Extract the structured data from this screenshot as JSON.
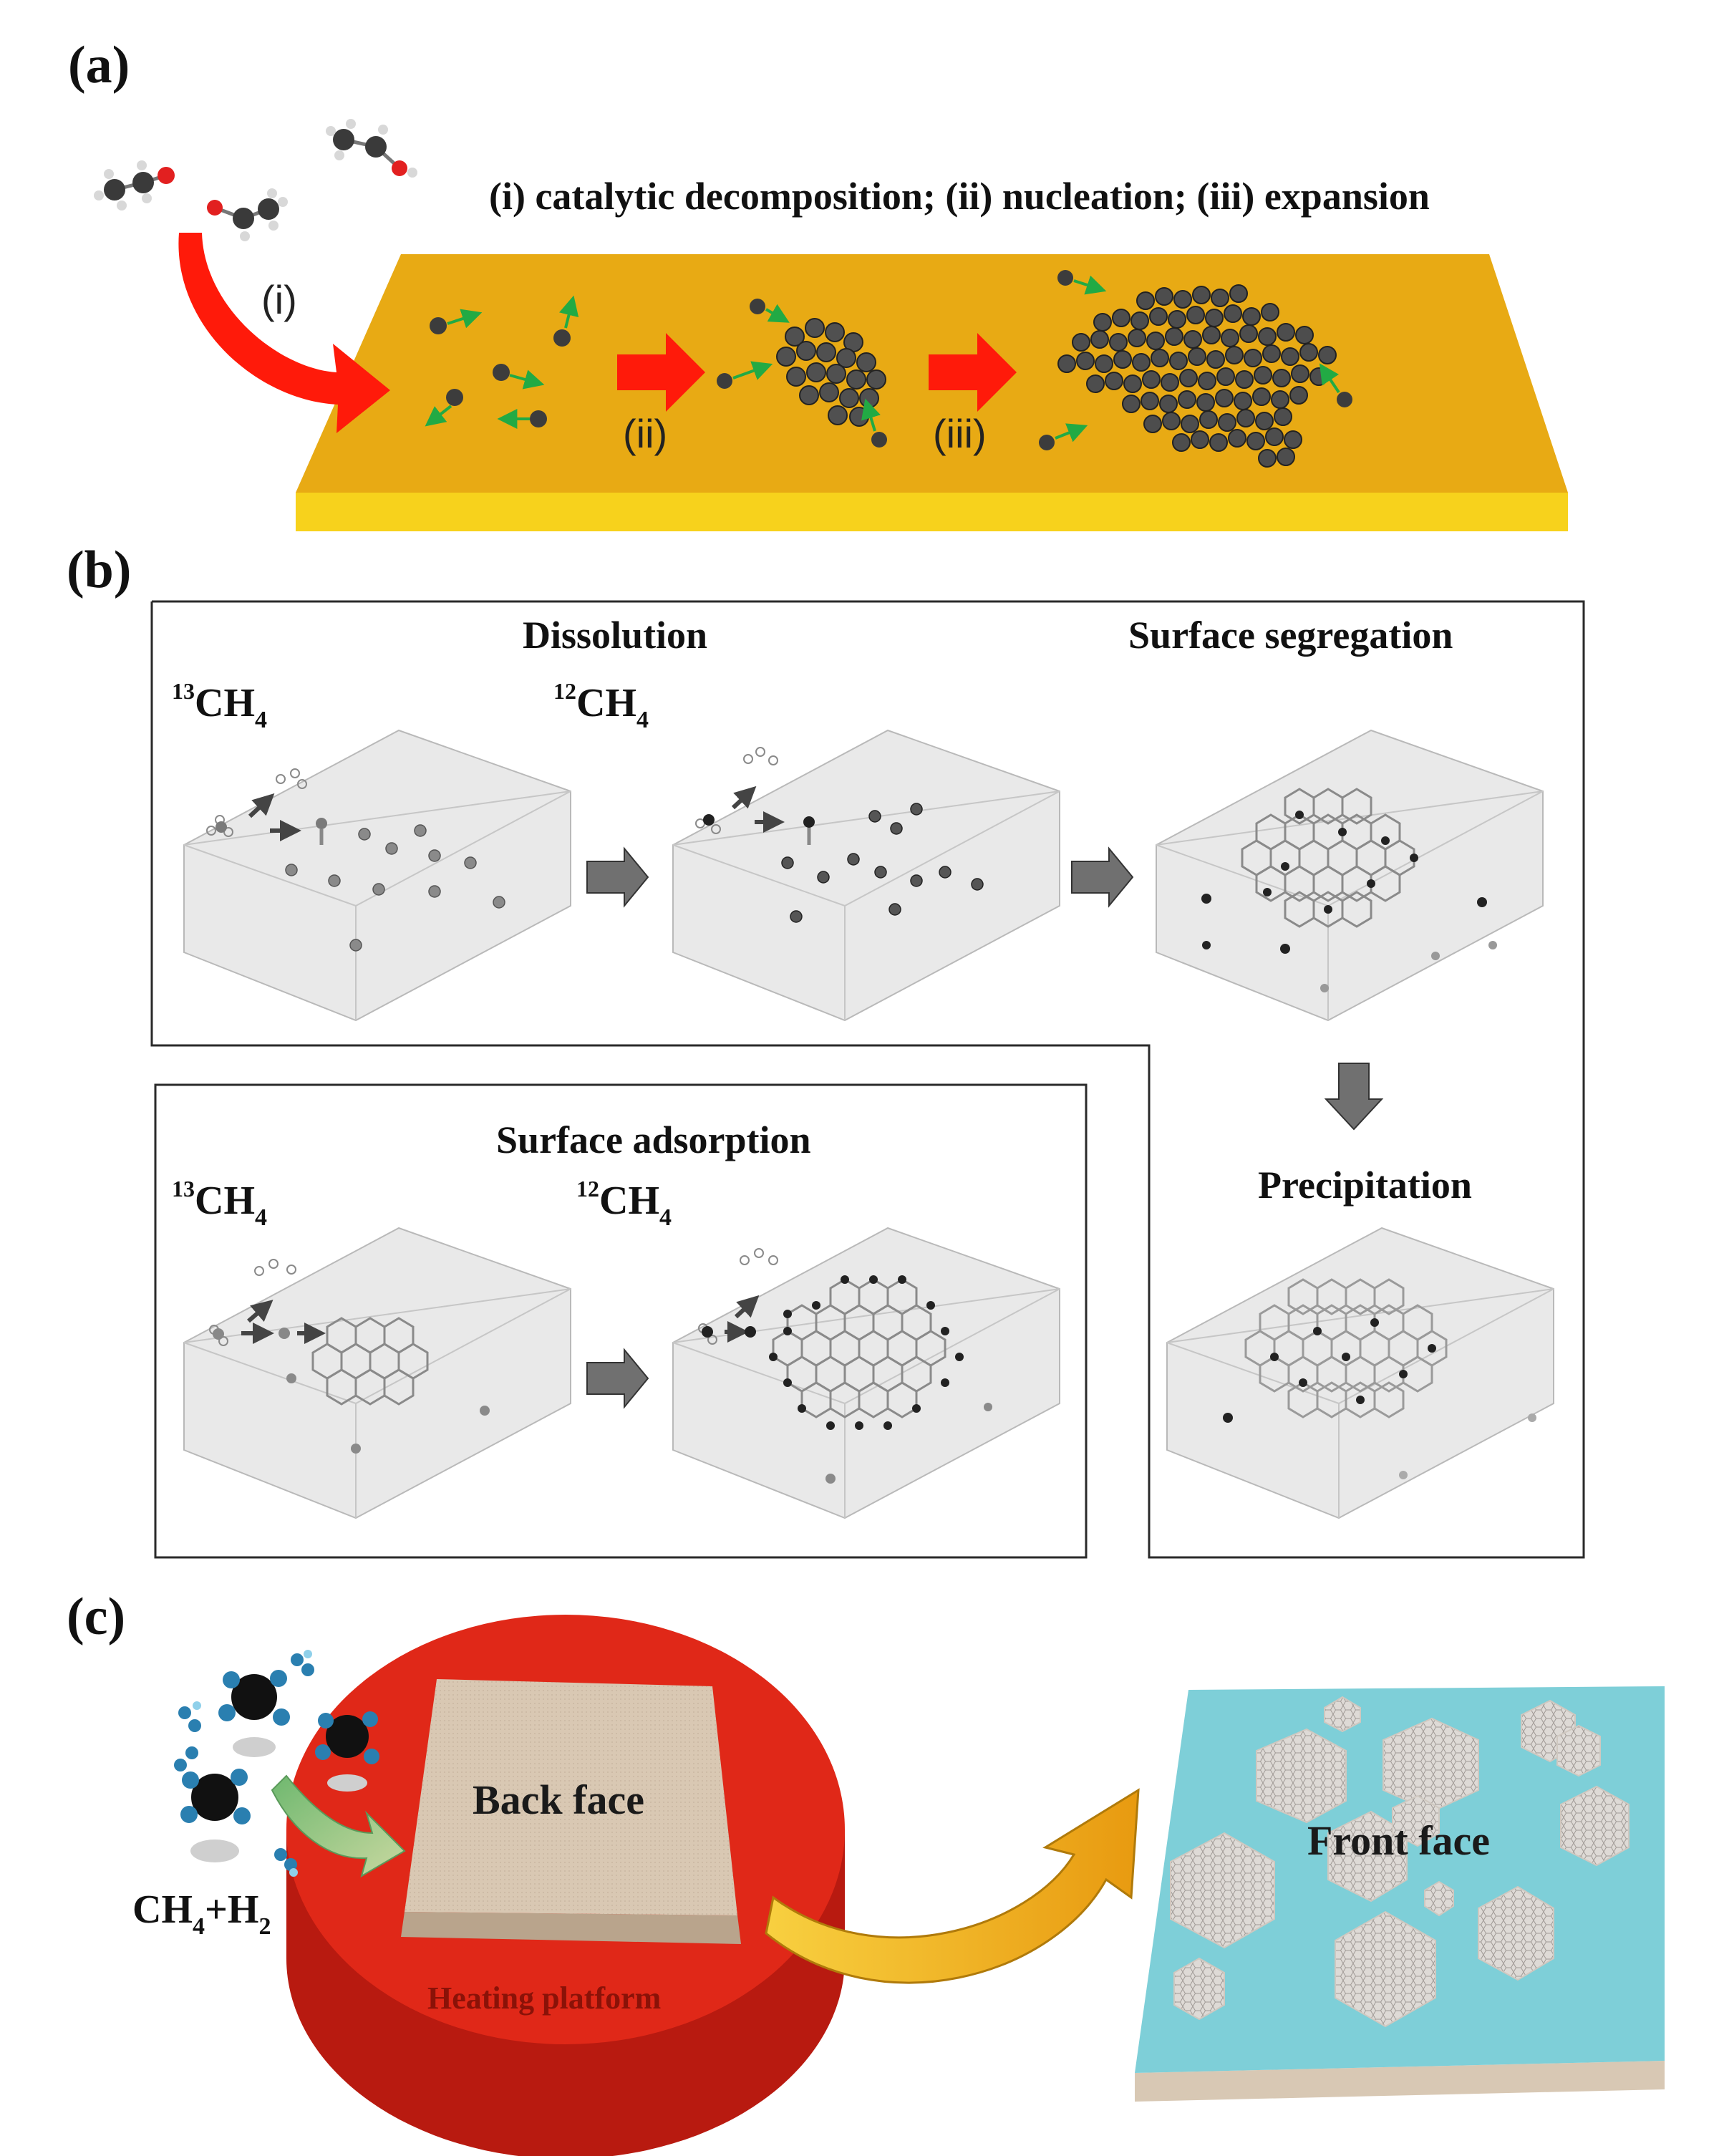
{
  "panels": {
    "a": {
      "label": "(a)",
      "caption": "(i) catalytic decomposition; (ii) nucleation; (iii) expansion",
      "step1": "(i)",
      "step2": "(ii)",
      "step3": "(iii)"
    },
    "b": {
      "label": "(b)",
      "dissolution": "Dissolution",
      "surface_segregation": "Surface segregation",
      "precipitation": "Precipitation",
      "surface_adsorption": "Surface adsorption",
      "c13_sup": "13",
      "c12_sup": "12",
      "ch": "CH",
      "sub4": "4"
    },
    "c": {
      "label": "(c)",
      "back_face": "Back face",
      "front_face": "Front face",
      "heating_platform": "Heating platform",
      "gas_ch": "CH",
      "gas_sub4": "4",
      "gas_plus_h": "+H",
      "gas_sub2": "2"
    }
  },
  "colors": {
    "substrate_gold": "#e8aa14",
    "substrate_edge": "#f7d21c",
    "red_arrow": "#ff1a0a",
    "green_arrow": "#22aa44",
    "gray_arrow": "#707070",
    "platform_red": "#e02818",
    "platform_dark": "#b81a10",
    "front_cyan": "#7ecfd8",
    "back_beige": "#d8c8b4",
    "yellow_arrow": "#f2b41e"
  }
}
